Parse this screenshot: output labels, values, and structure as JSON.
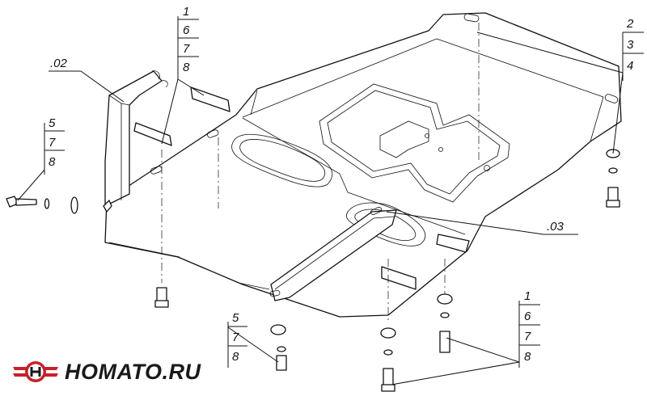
{
  "callouts": {
    "top_left_stack": [
      "1",
      "6",
      "7",
      "8"
    ],
    "top_right_stack": [
      "2",
      "3",
      "4"
    ],
    "left_stack": [
      "5",
      "7",
      "8"
    ],
    "bottom_center_stack": [
      "5",
      "7",
      "8"
    ],
    "bottom_right_stack": [
      "1",
      "6",
      "7",
      "8"
    ],
    "part_02": ".02",
    "part_03": ".03"
  },
  "logo": {
    "text": "HOMATO.RU",
    "brand_red": "#c8202a",
    "brand_dark": "#1a1a1a"
  }
}
